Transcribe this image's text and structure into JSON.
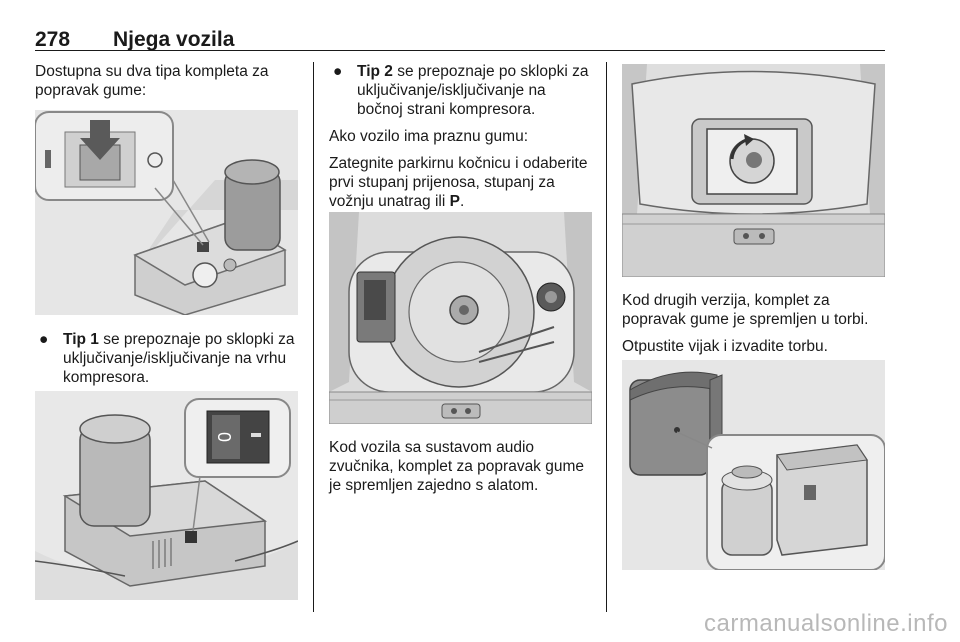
{
  "header": {
    "page_number": "278",
    "section_title": "Njega vozila"
  },
  "col1": {
    "intro": "Dostupna su dva tipa kompleta za popravak gume:",
    "bullet1": {
      "term": "Tip 1",
      "text": " se prepoznaje po sklopki za uključivanje/isključivanje na vrhu kompresora."
    },
    "switch_symbol": "0"
  },
  "col2": {
    "bullet2": {
      "term": "Tip 2",
      "text": " se prepoznaje po sklopki za uključivanje/isključivanje na bočnoj strani kompresora."
    },
    "flat_tyre": "Ako vozilo ima praznu gumu:",
    "instruction": "Zategnite parkirnu kočnicu i odaberite prvi stupanj prijenosa, stupanj za vožnju unatrag ili ",
    "instruction_bold": "P",
    "instruction_end": ".",
    "audio_text": "Kod vozila sa sustavom audio zvučnika, komplet za popravak gume je spremljen zajedno s alatom."
  },
  "col3": {
    "other_versions": "Kod drugih verzija, komplet za popravak gume je spremljen u torbi.",
    "release": "Otpustite vijak i izvadite torbu."
  },
  "watermark": "carmanualsonline.info"
}
